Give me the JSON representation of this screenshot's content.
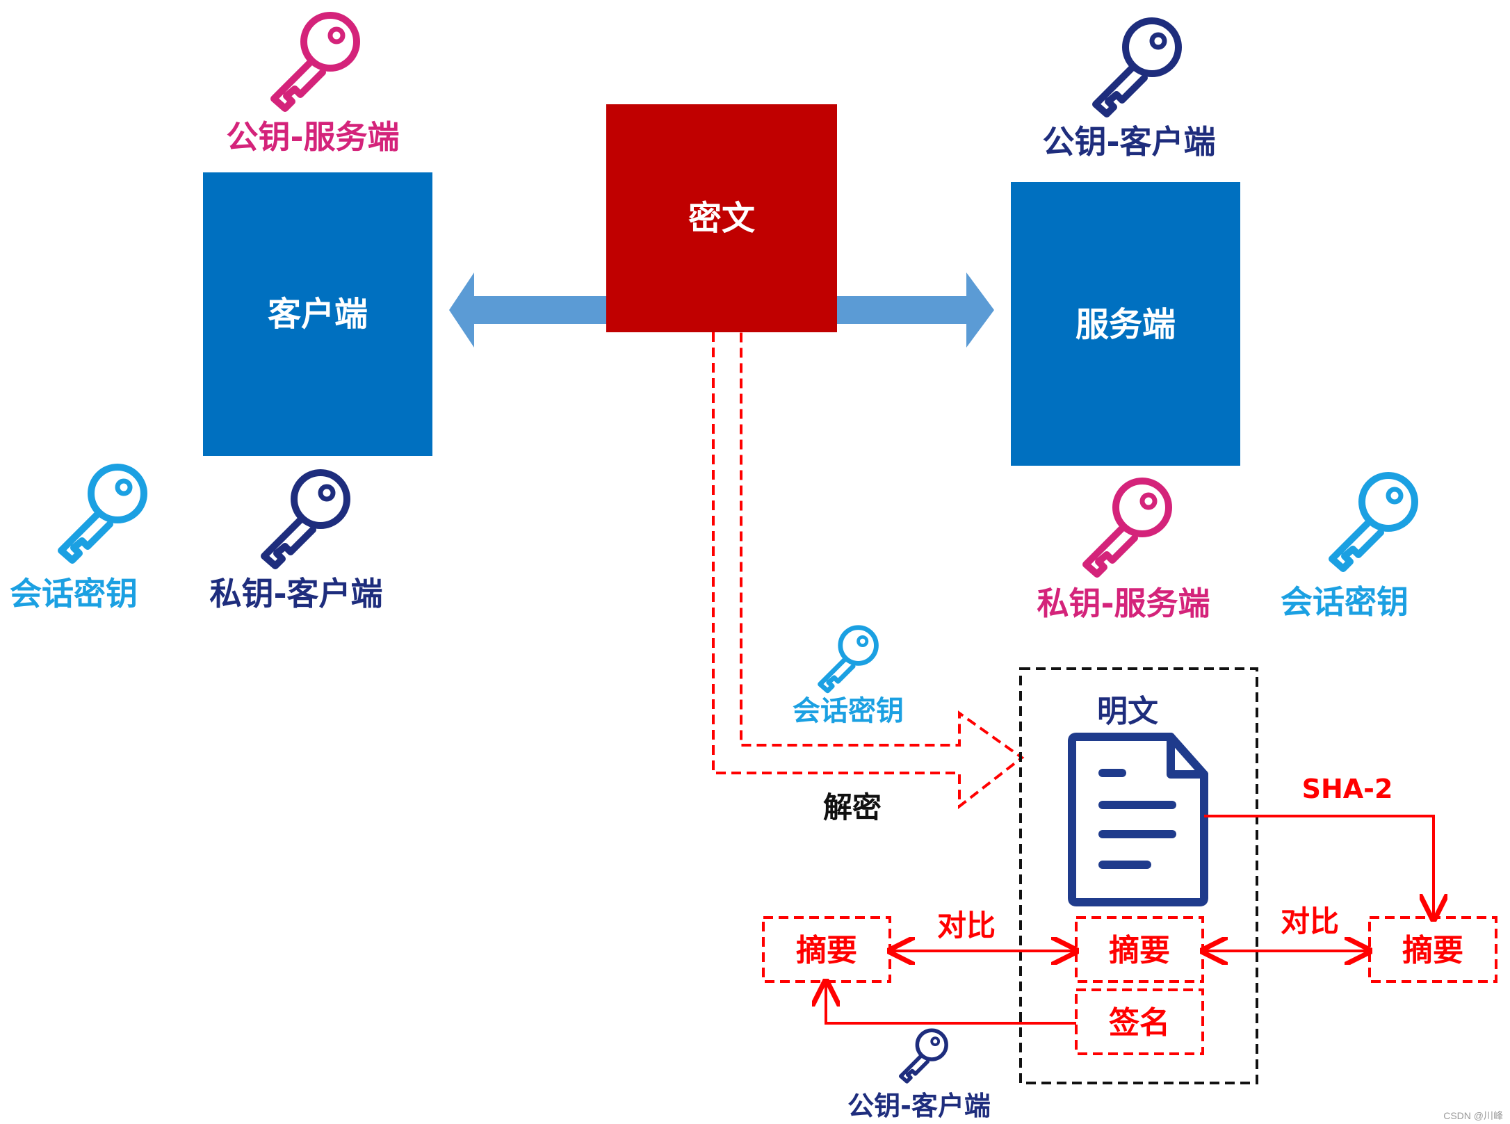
{
  "colors": {
    "box_blue": "#0070C0",
    "box_red": "#C00000",
    "arrow_blue": "#5B9BD5",
    "accent_red": "#FF0000",
    "magenta": "#D4237A",
    "navy": "#1E2D7D",
    "cyan": "#1BA0E2",
    "doc_navy": "#1F3B8C"
  },
  "labels": {
    "client_box": "客户端",
    "server_box": "服务端",
    "ciphertext_box": "密文",
    "client_pubkey_server": "公钥-服务端",
    "client_privkey": "私钥-客户端",
    "client_session_key": "会话密钥",
    "server_pubkey_client": "公钥-客户端",
    "server_privkey": "私钥-服务端",
    "server_session_key": "会话密钥",
    "decrypt_session_key": "会话密钥",
    "decrypt": "解密",
    "plaintext": "明文",
    "sha2": "SHA-2",
    "compare_left": "对比",
    "compare_right": "对比",
    "digest_left": "摘要",
    "digest_mid": "摘要",
    "digest_right": "摘要",
    "signature": "签名",
    "bottom_pubkey_client": "公钥-客户端",
    "watermark": "CSDN @川峰"
  },
  "icons": {
    "key": "key-icon",
    "document": "document-icon"
  }
}
